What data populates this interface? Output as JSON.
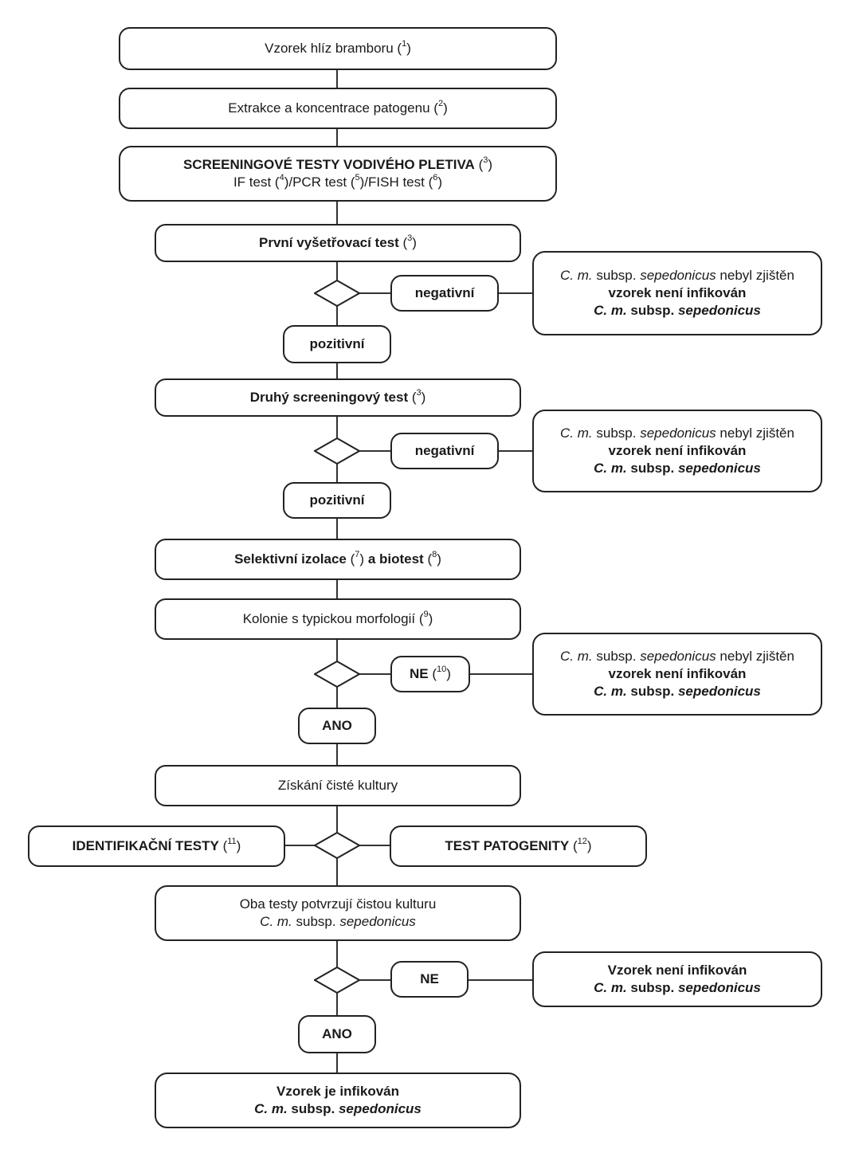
{
  "flow": {
    "sample": {
      "text": "Vzorek hlíz bramboru",
      "ref": "1"
    },
    "extraction": {
      "text": "Extrakce a koncentrace patogenu",
      "ref": "2"
    },
    "screening": {
      "title": "SCREENINGOVÉ TESTY VODIVÉHO PLETIVA",
      "title_ref": "3",
      "tests": [
        "IF test",
        "PCR test",
        "FISH test"
      ],
      "test_refs": [
        "4",
        "5",
        "6"
      ]
    },
    "first_test": {
      "text": "První vyšetřovací test",
      "ref": "3"
    },
    "second_test": {
      "text": "Druhý screeningový test",
      "ref": "3"
    },
    "selective": {
      "text_a": "Selektivní izolace",
      "ref_a": "7",
      "text_b": "a biotest",
      "ref_b": "8"
    },
    "colonies": {
      "text": "Kolonie s typickou morfologií",
      "ref": "9"
    },
    "pure_culture": {
      "text": "Získání čisté kultury"
    },
    "identification": {
      "text": "IDENTIFIKAČNÍ TESTY",
      "ref": "11"
    },
    "pathogenicity": {
      "text": "TEST PATOGENITY",
      "ref": "12"
    },
    "both_confirm": {
      "line1": "Oba testy potvrzují čistou kulturu"
    },
    "final": {
      "line1": "Vzorek je infikován"
    }
  },
  "branches": {
    "negative": "negativní",
    "positive": "pozitivní",
    "no": "NE",
    "no_ref": "10",
    "yes": "ANO"
  },
  "outcomes": {
    "not_detected_tail": "nebyl zjištěn",
    "not_infected": "vzorek není infikován",
    "not_infected_cap": "Vzorek není infikován"
  },
  "organism": {
    "abbr": "C. m.",
    "subsp": "subsp.",
    "epithet": "sepedonicus"
  }
}
